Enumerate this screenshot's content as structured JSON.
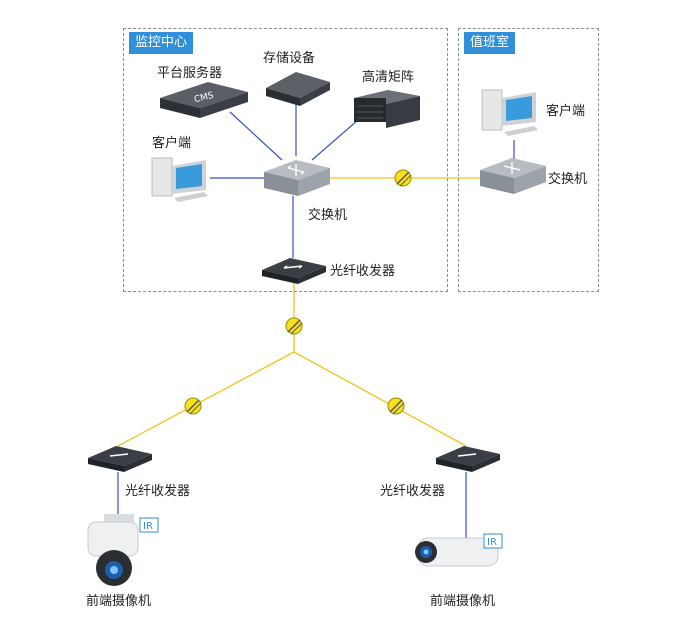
{
  "zones": {
    "monitor_center": "监控中心",
    "duty_room": "值班室"
  },
  "labels": {
    "platform_server": "平台服务器",
    "storage": "存储设备",
    "hd_matrix": "高清矩阵",
    "client_center": "客户端",
    "switch_center": "交换机",
    "fiber_center": "光纤收发器",
    "client_duty": "客户端",
    "switch_duty": "交换机",
    "fiber_left": "光纤收发器",
    "fiber_right": "光纤收发器",
    "camera_left": "前端摄像机",
    "camera_right": "前端摄像机",
    "ir_left": "IR",
    "ir_right": "IR",
    "server_logo": "CMS"
  },
  "colors": {
    "tag_blue": "#2f8fd8",
    "link_blue": "#3b4fb8",
    "fiber_yellow": "#f0c419",
    "node_yellow": "#f7e01c"
  }
}
